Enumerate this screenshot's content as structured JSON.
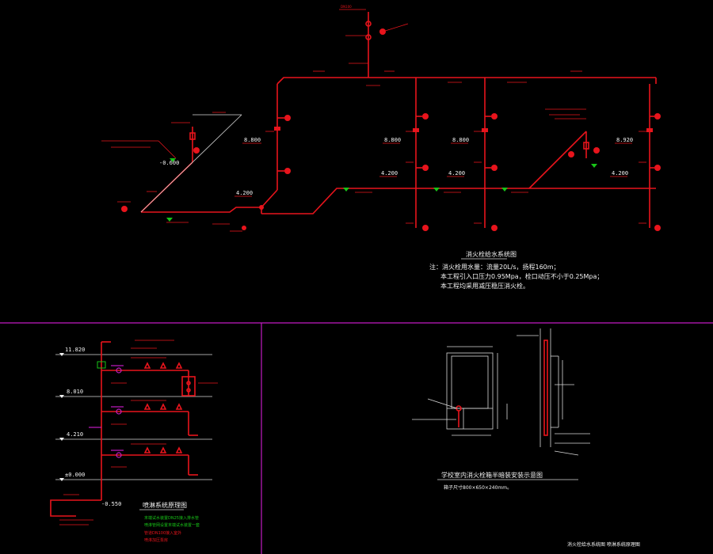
{
  "diagram1": {
    "title": "消火栓给水系统图",
    "notes": [
      "注：消火栓用水量：流量20L/s，扬程160m；",
      "本工程引入口压力0.95Mpa，栓口动压不小于0.25Mpa；",
      "本工程均采用减压稳压消火栓。"
    ],
    "levels": [
      "8.800",
      "8.800",
      "8.800",
      "8.920",
      "4.200",
      "4.200",
      "4.200",
      "4.200",
      "-0.600"
    ]
  },
  "diagram2": {
    "title": "喷淋系统原理图",
    "levels": [
      "11.820",
      "8.010",
      "4.210",
      "±0.000",
      "-0.550"
    ],
    "notes_green": [
      "末端试水装置DN25接入排水管",
      "喷淋管网设置末端试水装置一套"
    ],
    "notes_red": [
      "管道DN100接入室外",
      "喷淋加压泵房"
    ]
  },
  "diagram3": {
    "title": "学校室内消火栓箱半暗装安装示意图",
    "subtitle": "箱子尺寸800×650×240mm。",
    "footer": "消火栓给水系统图  喷淋系统原理图"
  },
  "colors": {
    "background": "#000000",
    "pipe": "#e8141c",
    "text": "#f2f2f2",
    "divider": "#c21bc2",
    "accent": "#18c418"
  }
}
